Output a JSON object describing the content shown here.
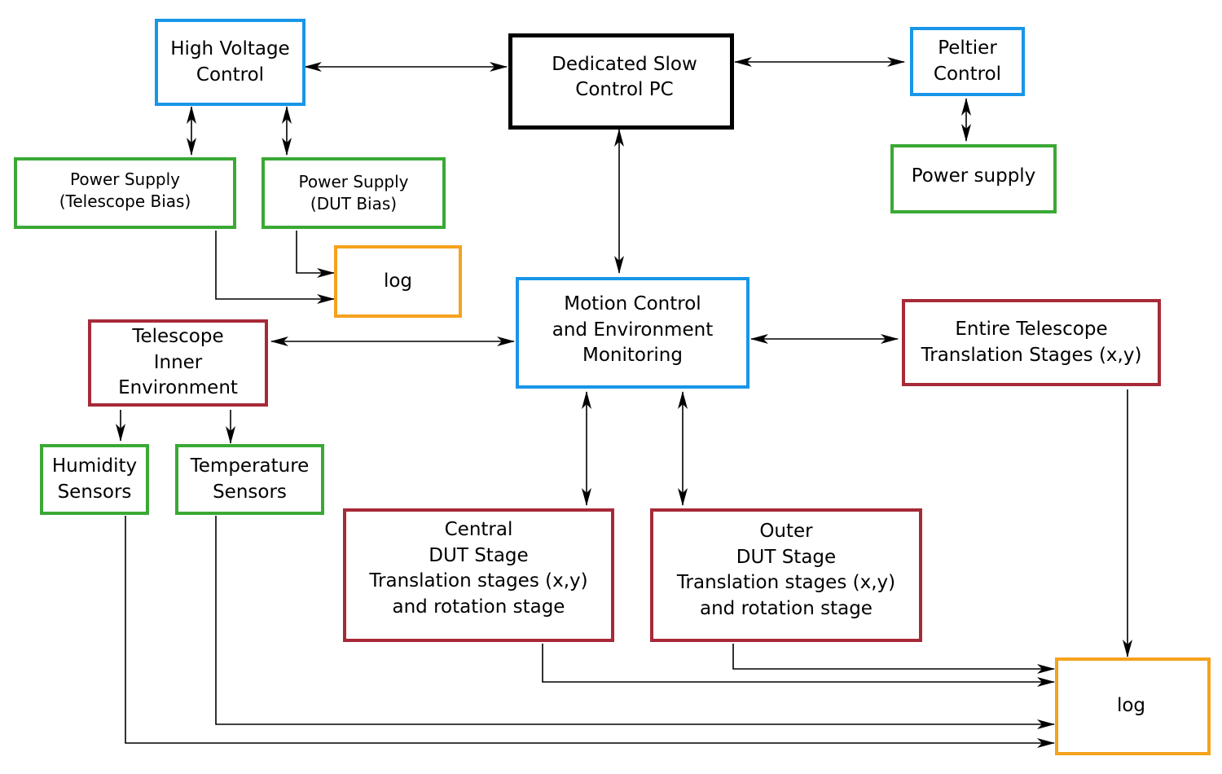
{
  "colors": {
    "control_blue": "#1896e8",
    "power_green": "#3aa935",
    "log_orange": "#f5a21d",
    "stage_red": "#a72a38",
    "pc_black": "#000000",
    "arrow": "#000000"
  },
  "boxes": {
    "hv_control": "High Voltage\nControl",
    "slow_control_pc": "Dedicated Slow\nControl PC",
    "peltier_control": "Peltier\nControl",
    "ps_telescope_bias": "Power Supply\n(Telescope Bias)",
    "ps_dut_bias": "Power Supply\n(DUT Bias)",
    "power_supply": "Power supply",
    "log_top": "log",
    "motion_control": "Motion Control\nand Environment\nMonitoring",
    "telescope_env": "Telescope\nInner\nEnvironment",
    "translation_stages": "Entire Telescope\nTranslation Stages (x,y)",
    "humidity_sensors": "Humidity\nSensors",
    "temperature_sensors": "Temperature\nSensors",
    "central_dut_stage": "Central\nDUT Stage\nTranslation stages (x,y)\nand rotation stage",
    "outer_dut_stage": "Outer\nDUT Stage\nTranslation stages (x,y)\nand rotation stage",
    "log_bottom": "log"
  }
}
